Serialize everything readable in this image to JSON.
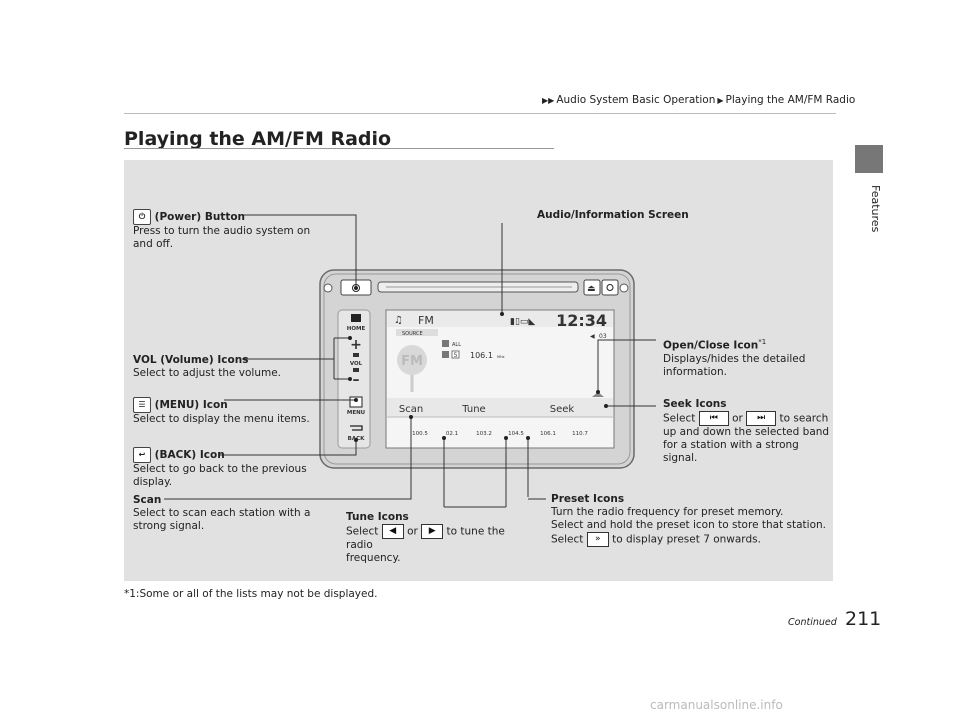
{
  "breadcrumb": {
    "item1": "Audio System Basic Operation",
    "item2": "Playing the AM/FM Radio"
  },
  "page_title": "Playing the AM/FM Radio",
  "side_label": "Features",
  "callouts": {
    "power": {
      "title": "(Power) Button",
      "text": "Press to turn the audio system on and off."
    },
    "audio_screen": {
      "title": "Audio/Information Screen"
    },
    "vol": {
      "title": "VOL (Volume) Icons",
      "text": "Select to adjust the volume."
    },
    "menu": {
      "title": "(MENU) Icon",
      "text": "Select to display the menu items."
    },
    "back": {
      "title": "(BACK) Icon",
      "text1": "Select to go back to the previous",
      "text2": "display."
    },
    "scan": {
      "title": "Scan",
      "text1": "Select to scan each station with a",
      "text2": "strong signal."
    },
    "tune": {
      "title": "Tune Icons",
      "text_pre": "Select",
      "text_or": "or",
      "text_post": "to tune the radio",
      "text2": "frequency."
    },
    "preset": {
      "title": "Preset Icons",
      "text1": "Turn the radio frequency for preset memory.",
      "text2": "Select and hold the preset icon to store that station.",
      "text3_pre": "Select",
      "text3_post": "to display preset 7 onwards."
    },
    "open_close": {
      "title": "Open/Close Icon",
      "sup": "*1",
      "text1": "Displays/hides the detailed",
      "text2": "information."
    },
    "seek": {
      "title": "Seek Icons",
      "text_pre": "Select",
      "text_or": "or",
      "text_post": "to search",
      "text2": "up and down the selected band",
      "text3": "for a station with a strong",
      "text4": "signal."
    }
  },
  "screen": {
    "band": "FM",
    "clock": "12:34",
    "source_label": "SOURCE",
    "all_label": "ALL",
    "preset_number": "5",
    "frequency": "106.1",
    "freq_unit": "MHz",
    "channel": "03",
    "logo": "FM",
    "buttons": [
      "Scan",
      "Tune",
      "Seek"
    ],
    "presets": [
      "100.5",
      "02.1",
      "103.2",
      "104.5",
      "106.1",
      "110.7"
    ],
    "home_label": "HOME",
    "vol_label": "VOL",
    "menu_label": "MENU",
    "back_label": "BACK"
  },
  "footnote": "*1:Some or all of the lists may not be displayed.",
  "continued": "Continued",
  "page_number": "211",
  "watermark": "carmanualsonline.info"
}
